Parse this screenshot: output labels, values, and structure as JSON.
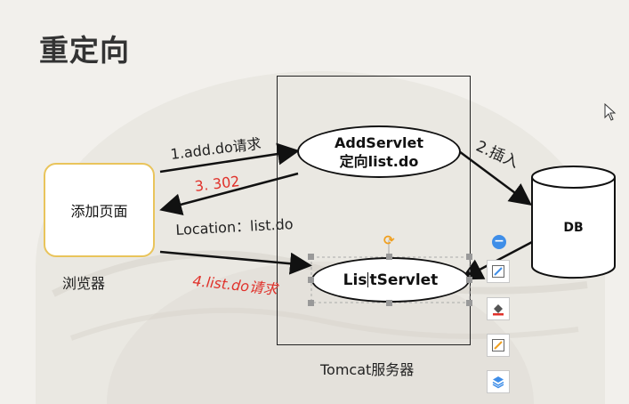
{
  "title": "重定向",
  "browser": {
    "page": "添加页面",
    "label": "浏览器"
  },
  "tomcat": {
    "label": "Tomcat服务器"
  },
  "add_servlet": {
    "line1": "AddServlet",
    "line2": "定向list.do"
  },
  "list_servlet": {
    "label_before": "Lis",
    "label_after": "tServlet"
  },
  "db": {
    "label": "DB"
  },
  "arrows": {
    "step1": "1.add.do请求",
    "step2": "2.插入",
    "step3": "3. 302",
    "location": "Location：list.do",
    "step4": "4.list.do请求"
  },
  "colors": {
    "red": "#e0322b",
    "border_yellow": "#e9c45b",
    "handle_orange": "#f0a020",
    "tool_blue": "#3f8ee8"
  },
  "toolbar": {
    "icons": [
      "remove-icon",
      "edit-shape-icon",
      "fill-bucket-icon",
      "outline-pen-icon",
      "layers-icon"
    ]
  }
}
